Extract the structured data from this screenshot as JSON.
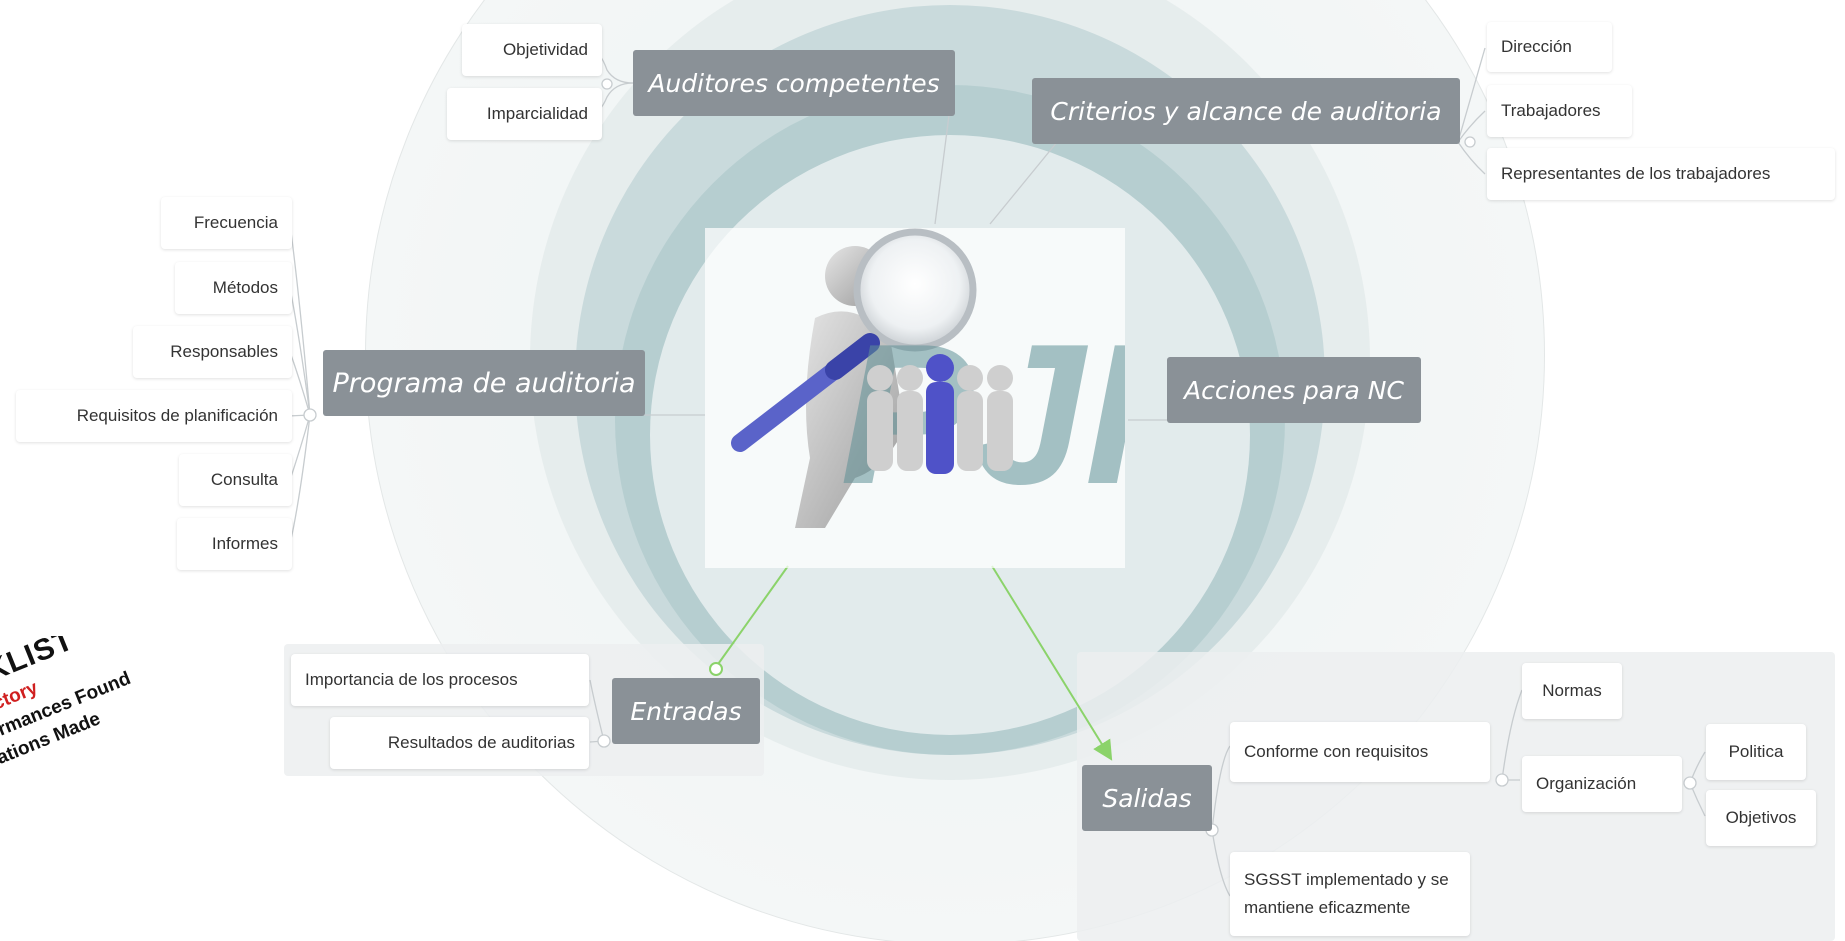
{
  "central_image": {
    "alt": "Auditoría - figura con lupa",
    "watermark": "PJP"
  },
  "topics": {
    "auditores": "Auditores competentes",
    "criterios": "Criterios y alcance de auditoria",
    "programa": "Programa de auditoria",
    "acciones": "Acciones para NC",
    "entradas": "Entradas",
    "salidas": "Salidas"
  },
  "auditores_items": [
    "Objetividad",
    "Imparcialidad"
  ],
  "criterios_items": [
    "Dirección",
    "Trabajadores",
    "Representantes de los trabajadores"
  ],
  "programa_items": [
    "Frecuencia",
    "Métodos",
    "Responsables",
    "Requisitos de planificación",
    "Consulta",
    "Informes"
  ],
  "entradas_items": [
    "Importancia de los procesos",
    "Resultados de auditorias"
  ],
  "salidas": {
    "conforme": "Conforme con requisitos",
    "sgsst": "SGSST implementado y se mantiene eficazmente",
    "normas": "Normas",
    "organizacion": "Organización",
    "politica": "Politica",
    "objetivos": "Objetivos"
  },
  "checklist": {
    "title": "CKLIST",
    "line1": "factory",
    "line2": "ormances Found",
    "line3": "ations Made"
  },
  "colors": {
    "topic_bg": "#8a9197",
    "arrow": "#8bd36a",
    "connector": "#c7cccf"
  }
}
